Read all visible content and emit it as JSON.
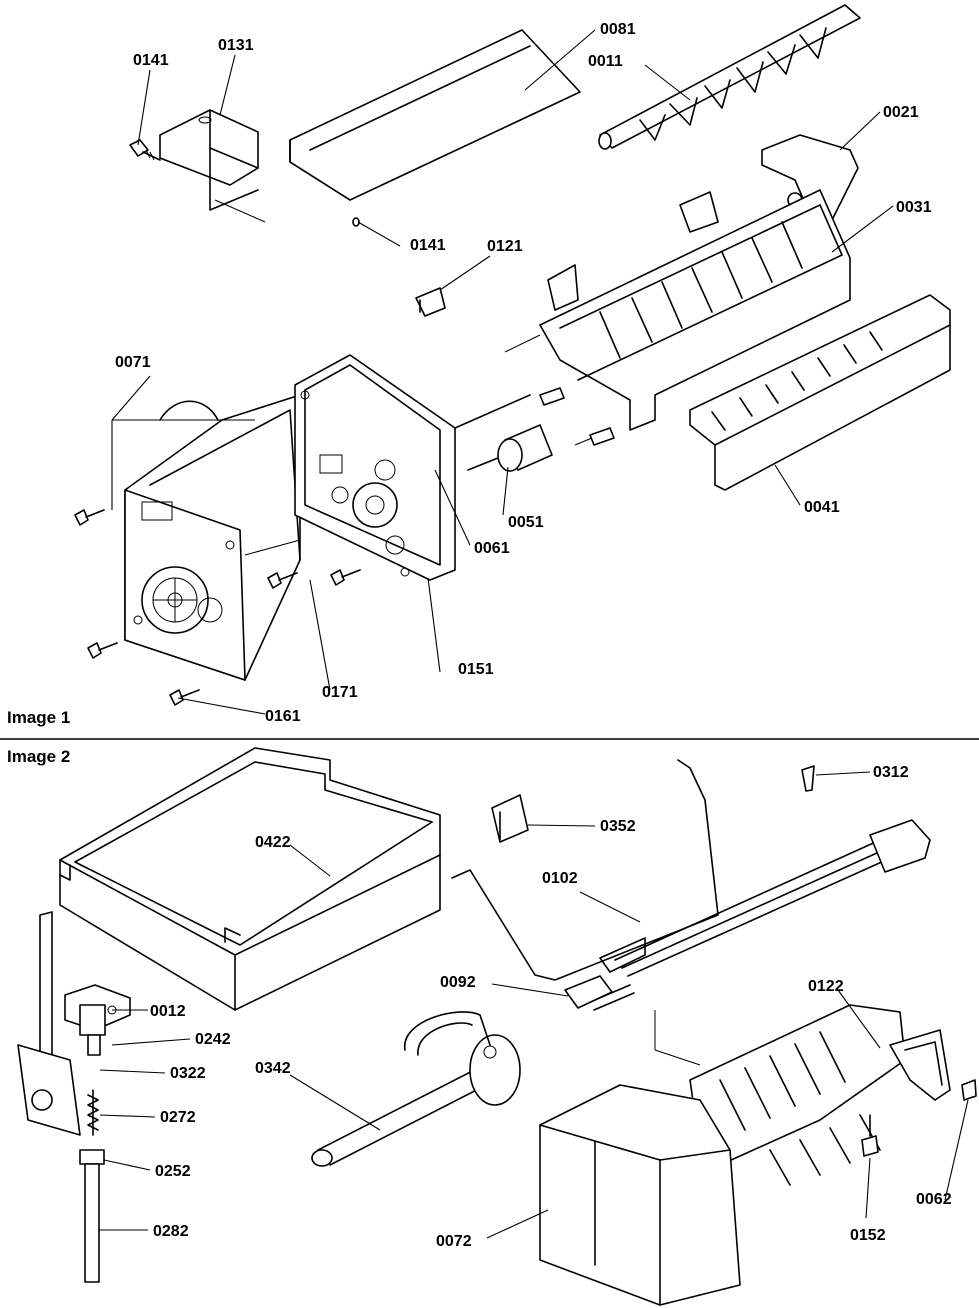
{
  "panels": [
    {
      "title": "Image 1"
    },
    {
      "title": "Image 2"
    }
  ],
  "labels": {
    "p0141a": "0141",
    "p0131": "0131",
    "p0081": "0081",
    "p0011": "0011",
    "p0021": "0021",
    "p0031": "0031",
    "p0141b": "0141",
    "p0121": "0121",
    "p0071": "0071",
    "p0051": "0051",
    "p0061": "0061",
    "p0041": "0041",
    "p0151": "0151",
    "p0171": "0171",
    "p0161": "0161",
    "p0312": "0312",
    "p0352": "0352",
    "p0422": "0422",
    "p0102": "0102",
    "p0092": "0092",
    "p0012": "0012",
    "p0242": "0242",
    "p0122": "0122",
    "p0342": "0342",
    "p0322": "0322",
    "p0272": "0272",
    "p0252": "0252",
    "p0062": "0062",
    "p0282": "0282",
    "p0152": "0152",
    "p0072": "0072"
  }
}
